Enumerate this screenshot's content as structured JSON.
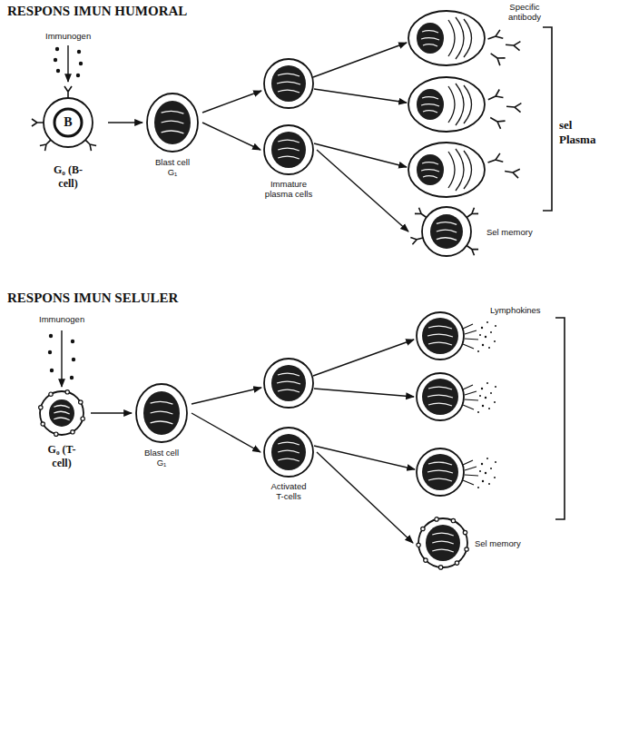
{
  "diagram": {
    "nodes": [
      {
        "text": [
          "B",
          "G₀ (B-cell)"
        ]
      },
      {
        "text": [
          "Blast cell G₁"
        ]
      },
      {
        "text": [
          "Immature plasma cells"
        ]
      },
      {
        "text": [
          "Sel memory"
        ]
      },
      {
        "text": [
          "G₀ (T-cell)"
        ]
      },
      {
        "text": [
          "Blast cell G₁"
        ]
      },
      {
        "text": [
          "Activated T-cells"
        ]
      },
      {
        "text": [
          "Sel memory"
        ]
      }
    ],
    "edges": [
      {
        "from": 0,
        "to": 1,
        "arrow": "to"
      },
      {
        "from": 1,
        "to": 2,
        "arrow": "to"
      },
      {
        "from": 2,
        "to": 3,
        "arrow": "to"
      },
      {
        "from": 4,
        "to": 5,
        "arrow": "to"
      },
      {
        "from": 5,
        "to": 6,
        "arrow": "to"
      },
      {
        "from": 6,
        "to": 7,
        "arrow": "to"
      }
    ],
    "labels": [
      "RESPONS IMUN HUMORAL",
      "Immunogen",
      "Specific antibody",
      "sel Plasma",
      "RESPONS IMUN SELULER",
      "Immunogen",
      "Lymphokines"
    ]
  }
}
